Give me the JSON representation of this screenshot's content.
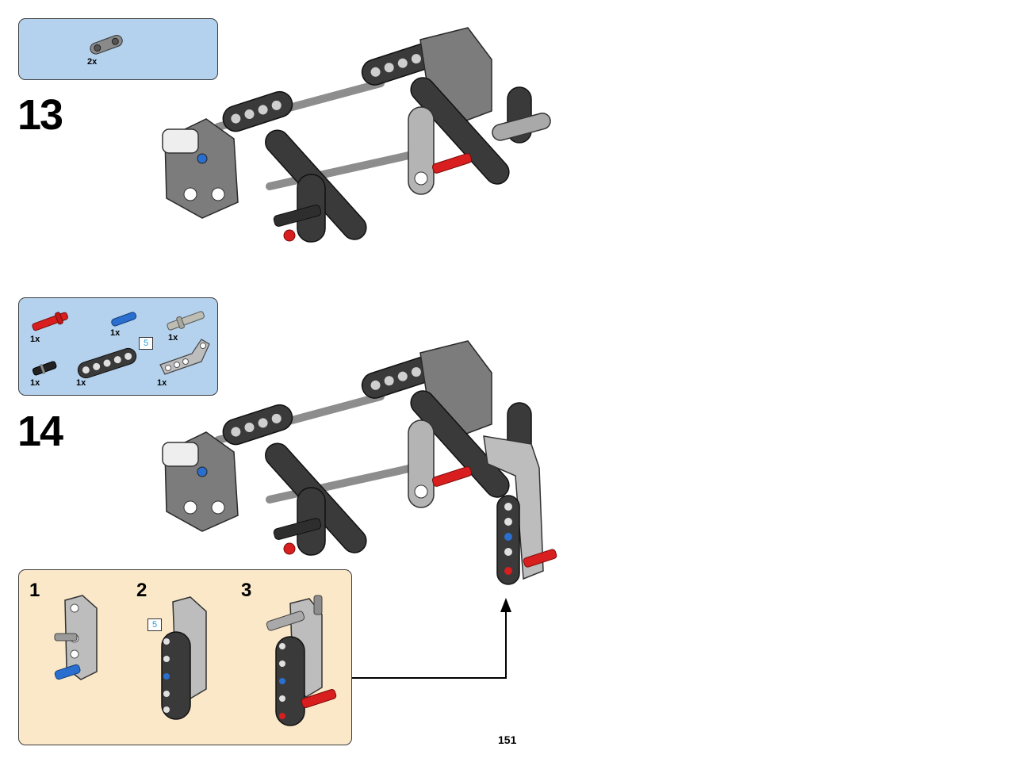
{
  "steps": [
    {
      "number": "13",
      "parts": [
        {
          "qty": "2x",
          "icon": "gray-pin-connector-icon"
        }
      ]
    },
    {
      "number": "14",
      "parts": [
        {
          "qty": "1x",
          "icon": "red-axle-pin-icon"
        },
        {
          "qty": "1x",
          "icon": "blue-pin-icon",
          "length_badge": "5"
        },
        {
          "qty": "1x",
          "icon": "tan-axle-pin-icon"
        },
        {
          "qty": "1x",
          "icon": "black-pin-icon"
        },
        {
          "qty": "1x",
          "icon": "black-beam-5-icon"
        },
        {
          "qty": "1x",
          "icon": "gray-angled-beam-icon"
        }
      ],
      "substeps": [
        {
          "number": "1",
          "length_badge": ""
        },
        {
          "number": "2",
          "length_badge": "5"
        },
        {
          "number": "3",
          "length_badge": ""
        }
      ]
    }
  ],
  "page_number": "151",
  "colors": {
    "parts_box_bg": "#b4d2ee",
    "substep_box_bg": "#fbe8c8",
    "dark_gray": "#3a3a3a",
    "light_gray": "#a9a9a9",
    "red": "#d81e1e",
    "blue": "#2a6fd0",
    "length_badge_text": "#2a9bd6"
  }
}
